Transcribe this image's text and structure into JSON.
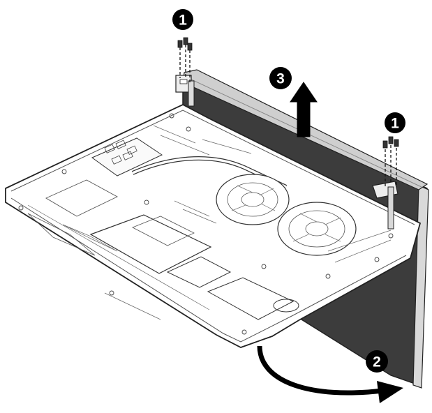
{
  "callouts": [
    {
      "id": "screws-left",
      "label": "1"
    },
    {
      "id": "screws-right",
      "label": "1"
    },
    {
      "id": "rotate-base",
      "label": "2"
    },
    {
      "id": "lift-display",
      "label": "3"
    }
  ],
  "colors": {
    "outline": "#222222",
    "display_body": "#3a3a3a",
    "display_edge": "#d8d8d8",
    "base_fill": "#ffffff",
    "callout_fill": "#000000",
    "callout_text": "#ffffff"
  },
  "icons": [
    "screw-icon",
    "up-arrow-icon",
    "curved-arrow-icon"
  ]
}
